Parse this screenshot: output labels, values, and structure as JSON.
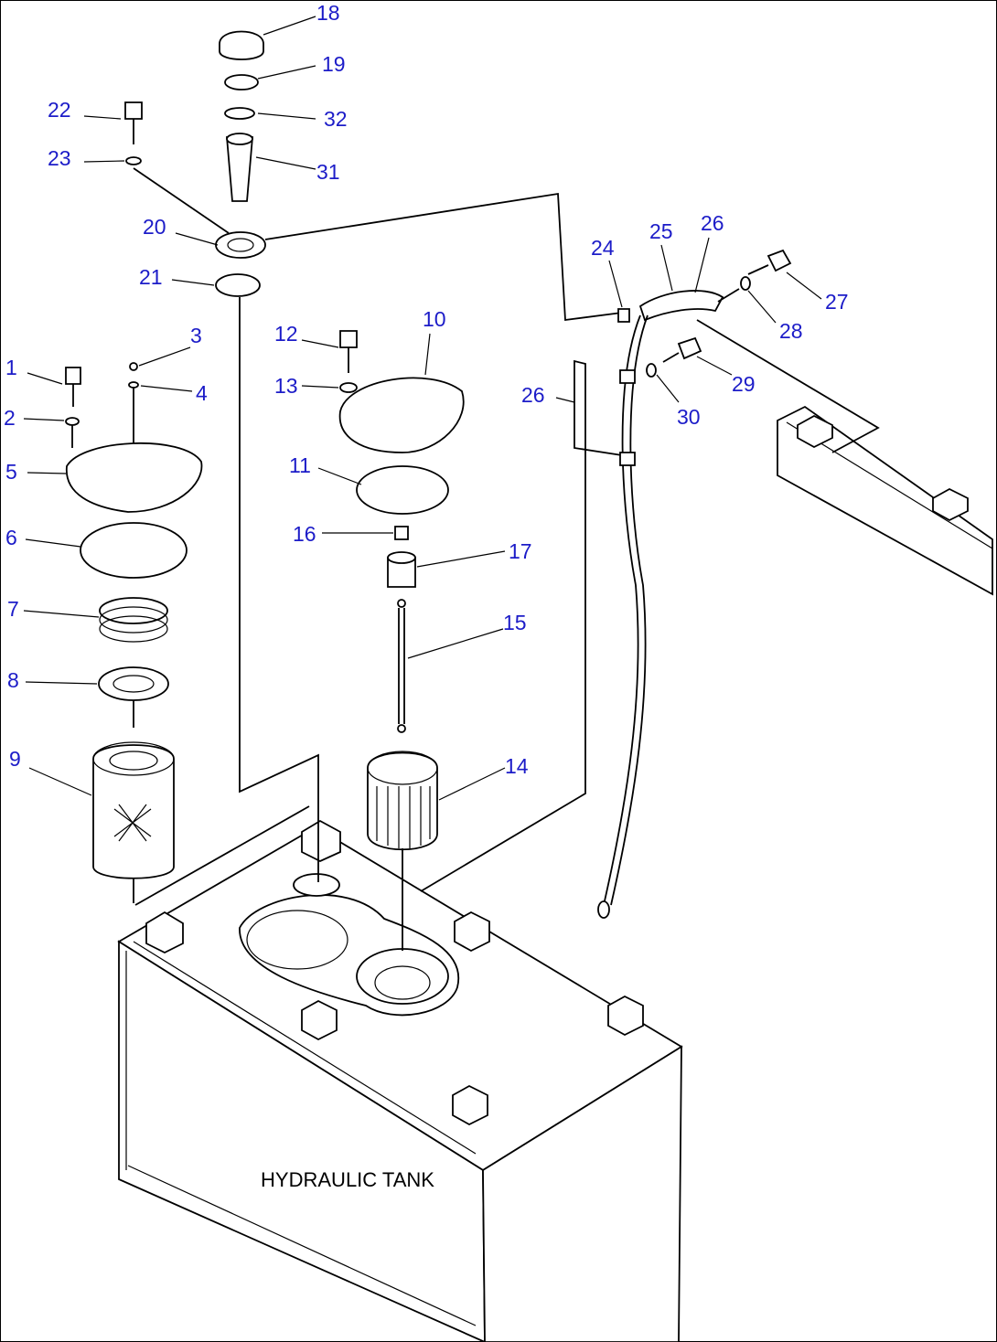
{
  "tank_label": "HYDRAULIC TANK",
  "label_color": "#1c1cc8",
  "callouts": [
    {
      "id": "c1",
      "text": "1"
    },
    {
      "id": "c2",
      "text": "2"
    },
    {
      "id": "c3",
      "text": "3"
    },
    {
      "id": "c4",
      "text": "4"
    },
    {
      "id": "c5",
      "text": "5"
    },
    {
      "id": "c6",
      "text": "6"
    },
    {
      "id": "c7",
      "text": "7"
    },
    {
      "id": "c8",
      "text": "8"
    },
    {
      "id": "c9",
      "text": "9"
    },
    {
      "id": "c10",
      "text": "10"
    },
    {
      "id": "c11",
      "text": "11"
    },
    {
      "id": "c12",
      "text": "12"
    },
    {
      "id": "c13",
      "text": "13"
    },
    {
      "id": "c14",
      "text": "14"
    },
    {
      "id": "c15",
      "text": "15"
    },
    {
      "id": "c16",
      "text": "16"
    },
    {
      "id": "c17",
      "text": "17"
    },
    {
      "id": "c18",
      "text": "18"
    },
    {
      "id": "c19",
      "text": "19"
    },
    {
      "id": "c20",
      "text": "20"
    },
    {
      "id": "c21",
      "text": "21"
    },
    {
      "id": "c22",
      "text": "22"
    },
    {
      "id": "c23",
      "text": "23"
    },
    {
      "id": "c24",
      "text": "24"
    },
    {
      "id": "c25",
      "text": "25"
    },
    {
      "id": "c26a",
      "text": "26"
    },
    {
      "id": "c26b",
      "text": "26"
    },
    {
      "id": "c27",
      "text": "27"
    },
    {
      "id": "c28",
      "text": "28"
    },
    {
      "id": "c29",
      "text": "29"
    },
    {
      "id": "c30",
      "text": "30"
    },
    {
      "id": "c31",
      "text": "31"
    },
    {
      "id": "c32",
      "text": "32"
    }
  ]
}
